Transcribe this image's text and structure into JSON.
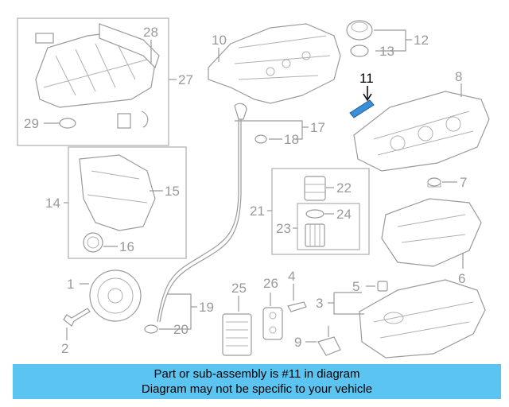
{
  "diagram": {
    "callouts": [
      "1",
      "2",
      "3",
      "4",
      "5",
      "6",
      "7",
      "8",
      "9",
      "10",
      "11",
      "12",
      "13",
      "14",
      "15",
      "16",
      "17",
      "18",
      "19",
      "20",
      "21",
      "22",
      "23",
      "24",
      "25",
      "26",
      "27",
      "28",
      "29"
    ],
    "highlighted_callout": "11",
    "colors": {
      "highlight_part": "#3a8fd6",
      "banner": "#5bc4f1",
      "linework": "#9a9a9a"
    }
  },
  "banner": {
    "line1": "Part or sub-assembly is #11 in diagram",
    "line2": "Diagram may not be specific to your vehicle"
  }
}
